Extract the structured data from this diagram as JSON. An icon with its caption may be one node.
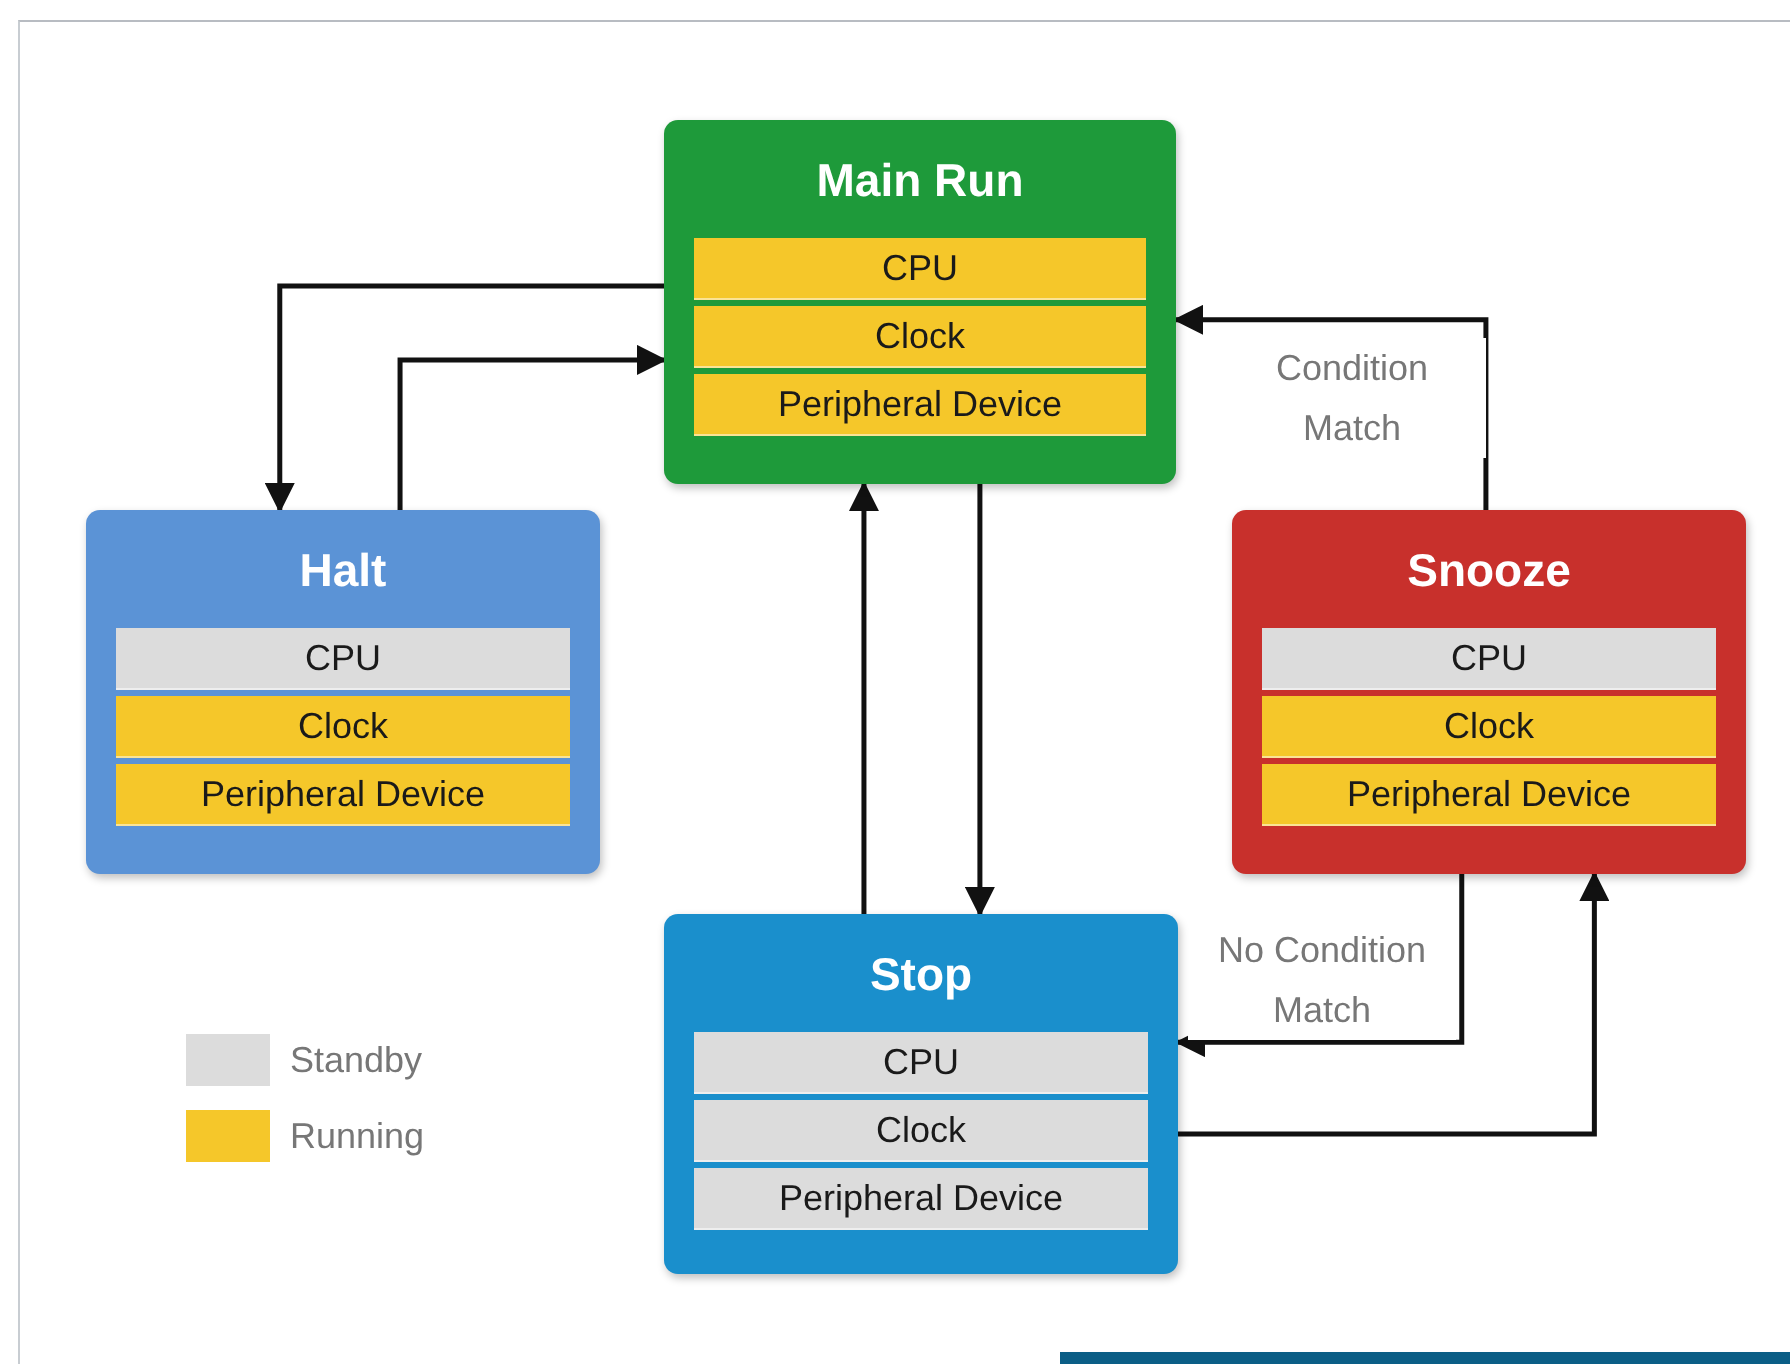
{
  "diagram": {
    "nodes": [
      {
        "text": [
          "Main Run"
        ]
      },
      {
        "text": [
          "CPU"
        ],
        "in": 0
      },
      {
        "text": [
          "Clock"
        ],
        "in": 0
      },
      {
        "text": [
          "Peripheral Device"
        ],
        "in": 0
      },
      {
        "text": [
          "Halt"
        ]
      },
      {
        "text": [
          "CPU"
        ],
        "in": 4
      },
      {
        "text": [
          "Clock"
        ],
        "in": 4
      },
      {
        "text": [
          "Peripheral Device"
        ],
        "in": 4
      },
      {
        "text": [
          "Snooze"
        ]
      },
      {
        "text": [
          "CPU"
        ],
        "in": 8
      },
      {
        "text": [
          "Clock"
        ],
        "in": 8
      },
      {
        "text": [
          "Peripheral Device"
        ],
        "in": 8
      },
      {
        "text": [
          "Stop"
        ]
      },
      {
        "text": [
          "CPU"
        ],
        "in": 12
      },
      {
        "text": [
          "Clock"
        ],
        "in": 12
      },
      {
        "text": [
          "Peripheral Device"
        ],
        "in": 12
      }
    ],
    "edges": [
      {
        "from": 0,
        "to": 4,
        "arrow": "to"
      },
      {
        "from": 4,
        "to": 0,
        "arrow": "to"
      },
      {
        "from": 12,
        "to": 0,
        "arrow": "to"
      },
      {
        "from": 0,
        "to": 12,
        "arrow": "to"
      },
      {
        "from": 8,
        "to": 0,
        "arrow": "to",
        "label": "Condition Match"
      },
      {
        "from": 8,
        "to": 12,
        "arrow": "to",
        "label": "No Condition Match"
      },
      {
        "from": 12,
        "to": 8,
        "arrow": "to"
      }
    ],
    "legend": [
      {
        "text": "Standby",
        "color": "#dcdcdc"
      },
      {
        "text": "Running",
        "color": "#f5c72a"
      }
    ]
  }
}
